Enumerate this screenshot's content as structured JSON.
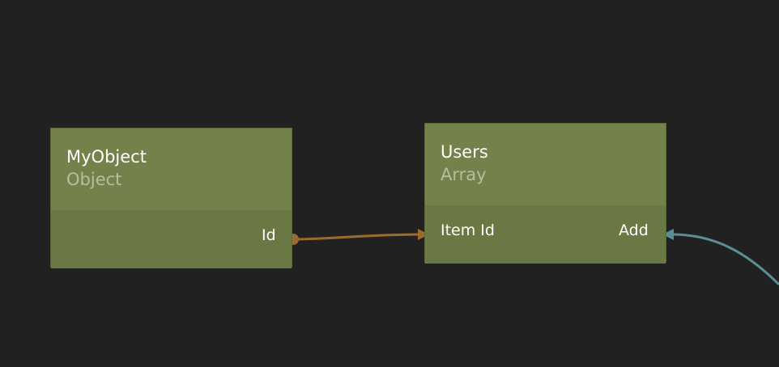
{
  "colors": {
    "background": "#212121",
    "node_header": "#73824a",
    "node_body": "#6a7943",
    "title_text": "#ffffff",
    "subtitle_text": "#b7be9e",
    "connection_id": "#9b6b2c",
    "connection_add": "#5b8f98"
  },
  "nodes": {
    "myobject": {
      "title": "MyObject",
      "subtitle": "Object",
      "output_port": "Id"
    },
    "users": {
      "title": "Users",
      "subtitle": "Array",
      "input_port": "Item Id",
      "action_port": "Add"
    }
  },
  "connections": [
    {
      "from": "myobject.Id",
      "to": "users.Item Id",
      "color_key": "connection_id"
    },
    {
      "from": "offscreen",
      "to": "users.Add",
      "color_key": "connection_add"
    }
  ]
}
